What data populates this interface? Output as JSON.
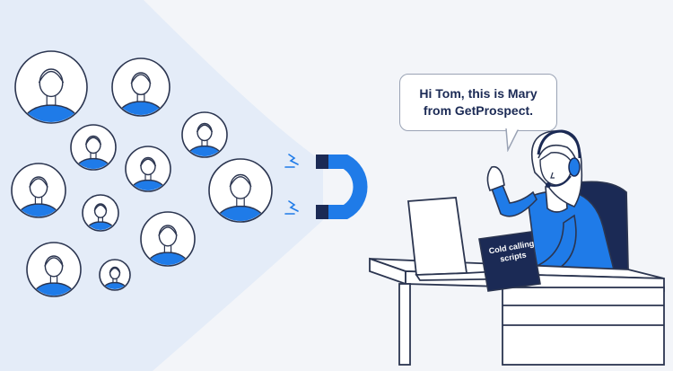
{
  "speech_bubble": {
    "line1": "Hi Tom, this is Mary",
    "line2": "from GetProspect."
  },
  "binder_label": {
    "line1": "Cold calling",
    "line2": "scripts"
  },
  "colors": {
    "background": "#f3f5f9",
    "beam": "#e4ecf8",
    "accent_blue": "#1f7be8",
    "navy": "#1b2a55",
    "outline": "#2b3550"
  },
  "icons": [
    "magnet-icon",
    "avatar-icon",
    "headset-icon",
    "laptop-icon",
    "desk-icon",
    "chair-icon"
  ]
}
